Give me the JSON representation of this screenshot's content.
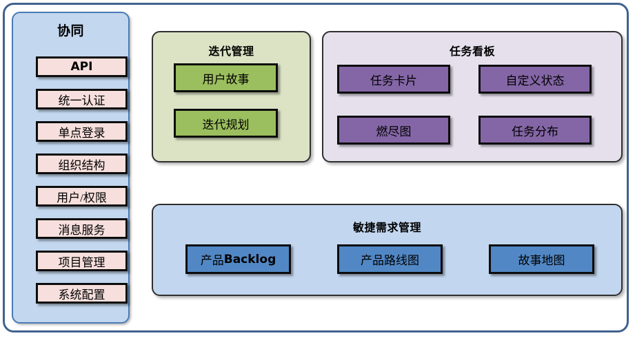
{
  "diagram": {
    "title_visible": false,
    "colors": {
      "outer_frame_border": "#40618e",
      "sidebar_fill": "#c3d7ef",
      "sidebar_border": "#4a7ab5",
      "sidebar_box_fill": "#f6dfdc",
      "iteration_panel_fill": "#dbe3c4",
      "iteration_box_fill": "#9bbe5e",
      "taskboard_panel_fill": "#e5e0ec",
      "taskboard_box_fill": "#8466a6",
      "agile_panel_fill": "#c3d6ef",
      "agile_box_fill": "#5187c4",
      "box_border": "#0c0c0c"
    }
  },
  "sidebar": {
    "title": "协同",
    "items": [
      {
        "label": "API",
        "style": "sans"
      },
      {
        "label": "统一认证",
        "style": "serif"
      },
      {
        "label": "单点登录",
        "style": "serif"
      },
      {
        "label": "组织结构",
        "style": "serif"
      },
      {
        "label": "用户/权限",
        "style": "serif"
      },
      {
        "label": "消息服务",
        "style": "serif"
      },
      {
        "label": "项目管理",
        "style": "serif"
      },
      {
        "label": "系统配置",
        "style": "serif"
      }
    ]
  },
  "iteration": {
    "title": "迭代管理",
    "items": [
      {
        "label": "用户故事"
      },
      {
        "label": "迭代规划"
      }
    ]
  },
  "taskboard": {
    "title": "任务看板",
    "items": [
      {
        "label": "任务卡片"
      },
      {
        "label": "自定义状态"
      },
      {
        "label": "燃尽图"
      },
      {
        "label": "任务分布"
      }
    ]
  },
  "agile": {
    "title": "敏捷需求管理",
    "items": [
      {
        "label": "产品Backlog",
        "cjk": "产品",
        "latin": "Backlog"
      },
      {
        "label": "产品路线图"
      },
      {
        "label": "故事地图"
      }
    ]
  }
}
